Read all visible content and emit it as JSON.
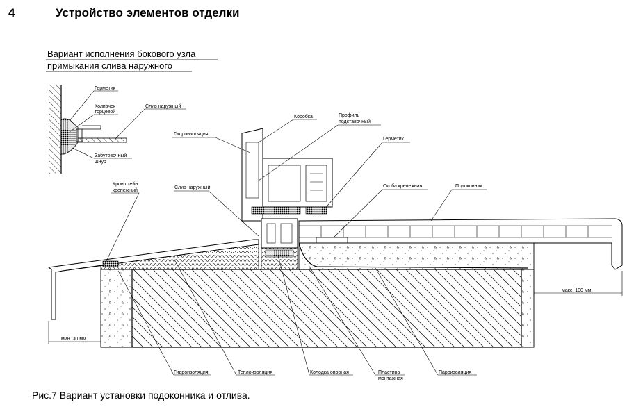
{
  "header": {
    "number": "4",
    "title": "Устройство элементов отделки"
  },
  "detail": {
    "title_line1": "Вариант исполнения бокового узла",
    "title_line2": "примыкания слива наружного"
  },
  "labels": {
    "germetik_detail": "Герметик",
    "kolpachok1": "Колпачок",
    "kolpachok2": "торцевой",
    "sliv_detail": "Слив наружный",
    "shnur1": "Забутовочный",
    "shnur2": "шнур",
    "korobka": "Коробка",
    "profil1": "Профиль",
    "profil2": "подставочный",
    "gidro_top": "Гидроизоляция",
    "germetik": "Герметик",
    "kronshtein1": "Кронштейн",
    "kronshtein2": "крепежный",
    "sliv": "Слив наружный",
    "skoba": "Скоба крепежная",
    "podokonnik": "Подоконник",
    "maks": "макс. 100 мм",
    "min": "мин. 30 мм",
    "gidro_bottom": "Гидроизоляция",
    "teplo": "Теплоизоляция",
    "kolodka": "Колодка опорная",
    "plastina1": "Пластина",
    "plastina2": "монтажная",
    "paro": "Пароизоляция"
  },
  "caption": "Рис.7 Вариант установки подоконника и отлива."
}
